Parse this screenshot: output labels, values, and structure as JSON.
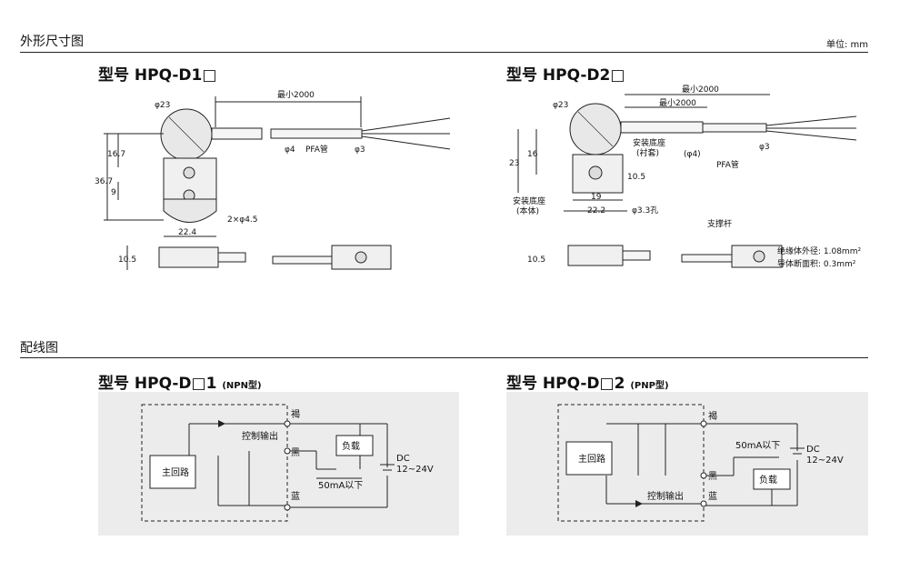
{
  "sections": {
    "dimensions_title": "外形尺寸图",
    "unit_label": "单位: mm",
    "wiring_title": "配线图"
  },
  "models": {
    "d1_outline": "型号 HPQ-D1□",
    "d2_outline": "型号 HPQ-D2□",
    "d1_wiring_main": "型号 HPQ-D□1",
    "d1_wiring_type": "(NPN型)",
    "d2_wiring_main": "型号 HPQ-D□2",
    "d2_wiring_type": "(PNP型)"
  },
  "d1_dims": {
    "min_length": "最小2000",
    "phi23": "φ23",
    "phi4": "φ4",
    "pfa": "PFA管",
    "phi3": "φ3",
    "h36_7": "36.7",
    "h16_7": "16.7",
    "h9": "9",
    "holes": "2×φ4.5",
    "w22_4": "22.4",
    "h10_5": "10.5"
  },
  "d2_dims": {
    "min_length_outer": "最小2000",
    "min_length_inner": "最小2000",
    "phi23": "φ23",
    "base_liner_1": "安装底座",
    "base_liner_2": "(衬套)",
    "phi4": "(φ4)",
    "phi3": "φ3",
    "pfa": "PFA管",
    "h23": "23",
    "h16": "16",
    "h10_5": "10.5",
    "w19": "19",
    "w22_2": "22.2",
    "hole": "φ3.3孔",
    "base_body_1": "安装底座",
    "base_body_2": "(本体)",
    "h10_5b": "10.5",
    "support_rod": "支撑杆",
    "insulator": "绝缘体外径: 1.08mm²",
    "conductor": "导体断面积: 0.3mm²"
  },
  "wiring": {
    "main_circuit": "主回路",
    "brown": "褐",
    "black": "黑",
    "blue": "蓝",
    "control_output": "控制输出",
    "load": "负载",
    "current": "50mA以下",
    "dc": "DC",
    "voltage": "12~24V"
  }
}
